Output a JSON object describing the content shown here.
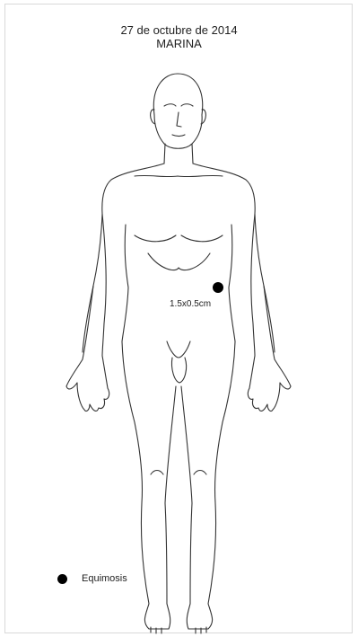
{
  "header": {
    "date": "27 de octubre de 2014",
    "name": "MARINA"
  },
  "injury": {
    "type": "Equimosis",
    "size_label": "1.5x0.5cm",
    "color": "#000000"
  },
  "legend": {
    "items": [
      {
        "label": "Equimosis",
        "color": "#000000"
      }
    ]
  }
}
